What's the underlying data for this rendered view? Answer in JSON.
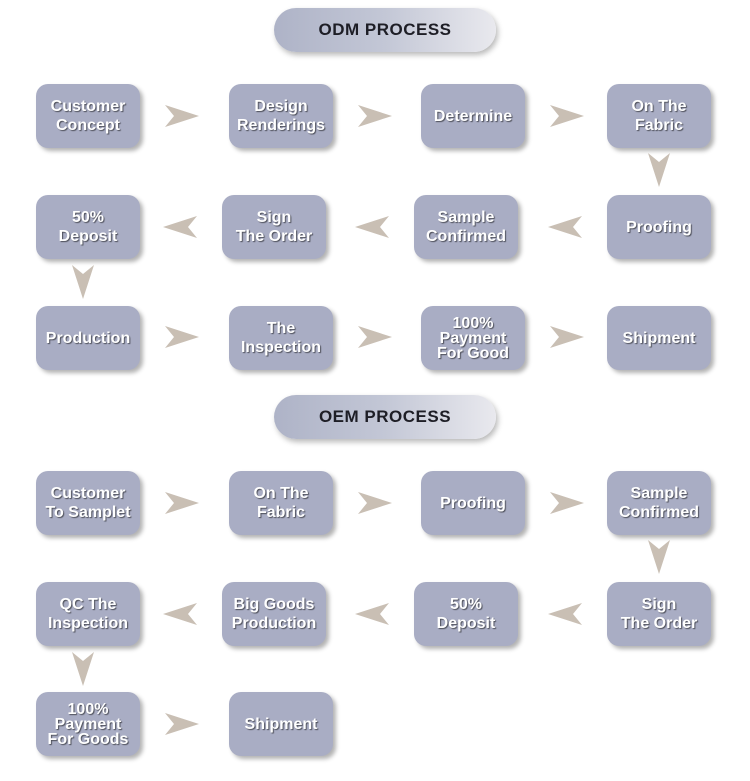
{
  "odm": {
    "title": "ODM PROCESS",
    "steps": [
      "Customer\nConcept",
      "Design\nRenderings",
      "Determine",
      "On The\nFabric",
      "Proofing",
      "Sample\nConfirmed",
      "Sign\nThe Order",
      "50%\nDeposit",
      "Production",
      "The\nInspection",
      "100%\nPayment\nFor Good",
      "Shipment"
    ]
  },
  "oem": {
    "title": "OEM PROCESS",
    "steps": [
      "Customer\nTo Samplet",
      "On The\nFabric",
      "Proofing",
      "Sample\nConfirmed",
      "Sign\nThe Order",
      "50%\nDeposit",
      "Big Goods\nProduction",
      "QC The\nInspection",
      "100%\nPayment\nFor Goods",
      "Shipment"
    ]
  },
  "colors": {
    "box_fill": "#a9adc4",
    "arrow_fill": "#c9bfb4",
    "title_text": "#1e1e26"
  }
}
